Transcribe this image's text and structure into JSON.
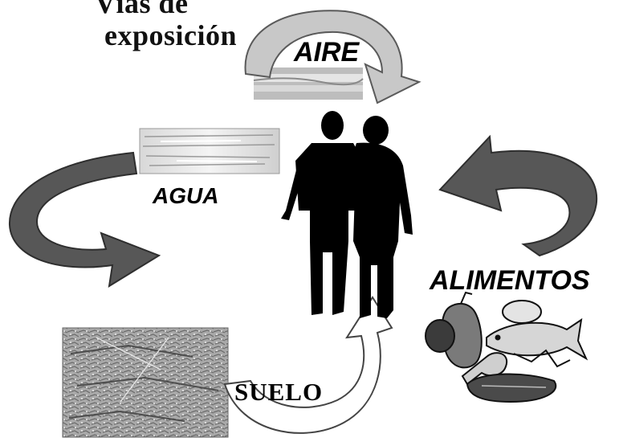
{
  "diagram": {
    "title_line1": "Vías de",
    "title_line2": "exposición",
    "labels": {
      "aire": "AIRE",
      "agua": "AGUA",
      "alimentos": "ALIMENTOS",
      "suelo": "SUELO"
    }
  },
  "colors": {
    "dark_arrow": "#555555",
    "light_arrow": "#c8c8c8",
    "silhouette": "#000000",
    "text": "#000000"
  }
}
